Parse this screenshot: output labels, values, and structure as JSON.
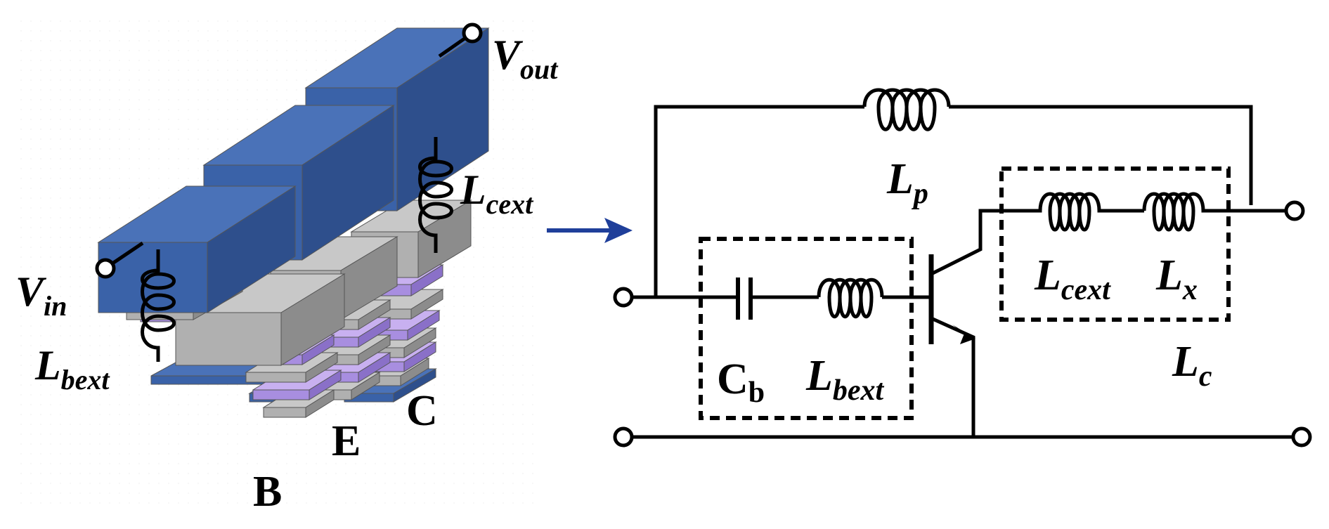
{
  "labels": {
    "vout_main": "V",
    "vout_sub": "out",
    "vin_main": "V",
    "vin_sub": "in",
    "lbext_3d_main": "L",
    "lbext_3d_sub": "bext",
    "lcext_3d_main": "L",
    "lcext_3d_sub": "cext",
    "terminal_b": "B",
    "terminal_e": "E",
    "terminal_c": "C",
    "lp_main": "L",
    "lp_sub": "p",
    "cb_main": "C",
    "cb_sub": "b",
    "lbext_main": "L",
    "lbext_sub": "bext",
    "lcext_main": "L",
    "lcext_sub": "cext",
    "lx_main": "L",
    "lx_sub": "x",
    "lc_main": "L",
    "lc_sub": "c"
  },
  "colors": {
    "metal_top": "#4a72b8",
    "metal_front": "#3a62a8",
    "metal_side": "#2e4f8c",
    "oxide_top": "#c8c8c8",
    "oxide_front": "#b0b0b0",
    "oxide_side": "#8c8c8c",
    "via_top": "#c8b0f0",
    "via_front": "#a88ee0",
    "via_side": "#8a70c8",
    "arrow": "#1f3f9a"
  }
}
